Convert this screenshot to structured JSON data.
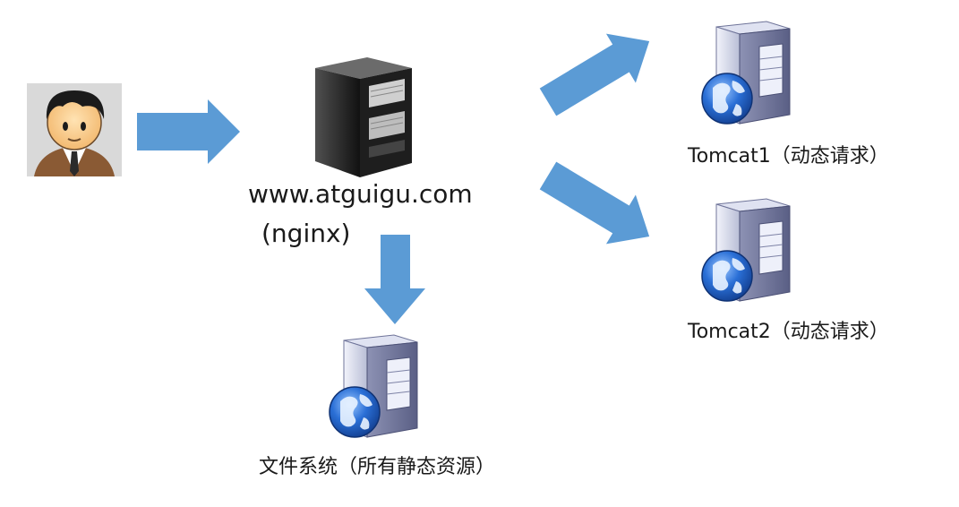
{
  "nodes": {
    "user": {
      "icon": "user-avatar-icon"
    },
    "nginx": {
      "icon": "server-tower-icon",
      "domain_label": "www.atguigu.com",
      "name_label": "(nginx)"
    },
    "tomcat1": {
      "icon": "globe-server-icon",
      "label": "Tomcat1（动态请求）"
    },
    "tomcat2": {
      "icon": "globe-server-icon",
      "label": "Tomcat2（动态请求）"
    },
    "filesystem": {
      "icon": "globe-server-icon",
      "label": "文件系统（所有静态资源）"
    }
  },
  "arrows": [
    {
      "from": "user",
      "to": "nginx"
    },
    {
      "from": "nginx",
      "to": "tomcat1"
    },
    {
      "from": "nginx",
      "to": "tomcat2"
    },
    {
      "from": "nginx",
      "to": "filesystem"
    }
  ],
  "colors": {
    "arrow": "#5b9bd5",
    "server_dark": "#2b2b2b",
    "server_light": "#c9cde0",
    "globe": "#2a6fd6"
  }
}
